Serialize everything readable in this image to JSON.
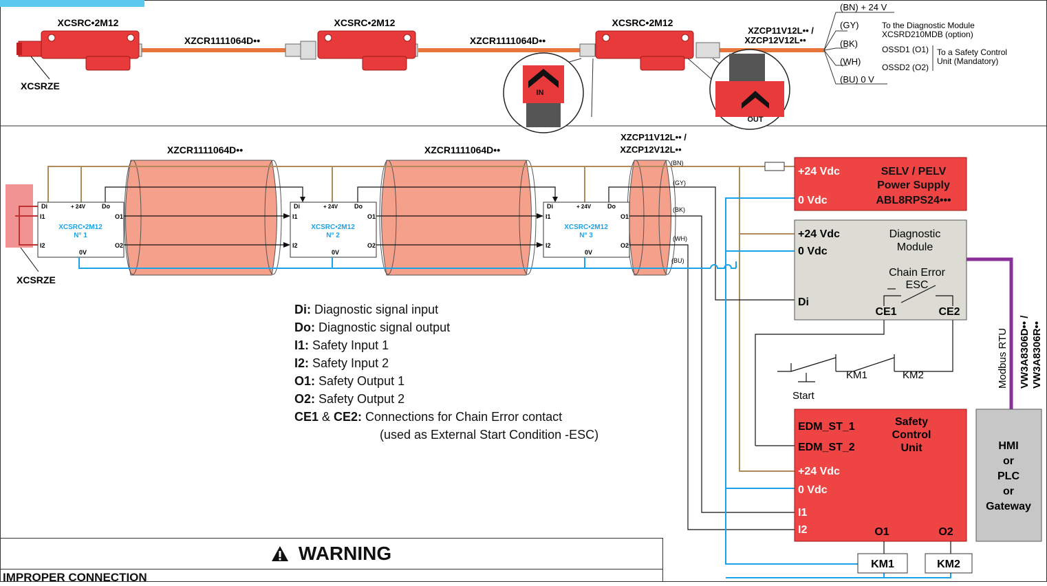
{
  "colors": {
    "orange_cable": "#e8763a",
    "sheath": "#f4a08a",
    "sensor_red": "#e83a3a",
    "power_red": "#ef4444",
    "diag_grey": "#dcdcd4",
    "hmi_grey": "#c7c7c7",
    "brown": "#b08a5a",
    "blue": "#1aa3e8",
    "purple": "#8a2f9a",
    "pink": "#f08080",
    "label_cyan": "#1aa3e8"
  },
  "icons": {
    "warning": "warning-triangle-icon",
    "arrow": "chevron-up-arrow-icon"
  },
  "top": {
    "sensor_label": "XCSRC•2M12",
    "terminator_label": "XCSRZE",
    "cable_label": "XZCR1111064D••",
    "end_cable_label_1": "XZCP11V12L•• /",
    "end_cable_label_2": "XZCP12V12L••",
    "in_label": "IN",
    "out_label": "OUT",
    "wires": {
      "bn": "(BN) + 24 V",
      "gy": "(GY)",
      "gy_desc_1": "To the Diagnostic Module",
      "gy_desc_2": "XCSRD210MDB (option)",
      "bk": "(BK)",
      "bk_desc": "OSSD1 (O1)",
      "wh": "(WH)",
      "wh_desc": "OSSD2 (O2)",
      "safety_desc_1": "To a Safety Control",
      "safety_desc_2": "Unit (Mandatory)",
      "bu": "(BU) 0 V"
    }
  },
  "schematic": {
    "cable_label": "XZCR1111064D••",
    "end_cable_label_1": "XZCP11V12L•• /",
    "end_cable_label_2": "XZCP12V12L••",
    "terminator_label": "XCSRZE",
    "wire_tags": {
      "bn": "(BN)",
      "gy": "(GY)",
      "bk": "(BK)",
      "wh": "(WH)",
      "bu": "(BU)"
    },
    "module": {
      "di": "Di",
      "v24": "+ 24V",
      "do": "Do",
      "i1": "I1",
      "o1": "O1",
      "i2": "I2",
      "o2": "O2",
      "v0": "0V",
      "name": "XCSRC•2M12"
    },
    "module_numbers": [
      "N° 1",
      "N° 2",
      "N° 3"
    ],
    "power_supply": {
      "plus": "+24 Vdc",
      "zero": "0 Vdc",
      "title_1": "SELV / PELV",
      "title_2": "Power Supply",
      "title_3": "ABL8RPS24•••"
    },
    "diag_module": {
      "plus": "+24 Vdc",
      "zero": "0 Vdc",
      "title_1": "Diagnostic",
      "title_2": "Module",
      "chain_1": "Chain Error",
      "chain_2": "ESC",
      "di": "Di",
      "ce1": "CE1",
      "ce2": "CE2"
    },
    "contacts": {
      "km1": "KM1",
      "km2": "KM2",
      "start": "Start"
    },
    "safety_unit": {
      "title_1": "Safety",
      "title_2": "Control",
      "title_3": "Unit",
      "edm1": "EDM_ST_1",
      "edm2": "EDM_ST_2",
      "plus": "+24 Vdc",
      "zero": "0 Vdc",
      "i1": "I1",
      "i2": "I2",
      "o1": "O1",
      "o2": "O2"
    },
    "relays": {
      "km1": "KM1",
      "km2": "KM2"
    },
    "modbus": {
      "label": "Modbus RTU",
      "cable_1": "VW3A8306D•• /",
      "cable_2": "VW3A8306R••"
    },
    "hmi": {
      "l1": "HMI",
      "l2": "or",
      "l3": "PLC",
      "l4": "or",
      "l5": "Gateway"
    }
  },
  "legend": [
    {
      "term": "Di:",
      "desc": " Diagnostic signal input"
    },
    {
      "term": "Do:",
      "desc": " Diagnostic signal output"
    },
    {
      "term": "I1:",
      "desc": " Safety Input 1"
    },
    {
      "term": "I2:",
      "desc": " Safety Input 2"
    },
    {
      "term": "O1:",
      "desc": " Safety Output 1"
    },
    {
      "term": "O2:",
      "desc": " Safety Output 2"
    }
  ],
  "legend_ce": {
    "t1": "CE1",
    "amp": " & ",
    "t2": "CE2:",
    "desc": " Connections for Chain Error contact",
    "desc2": "(used as External Start Condition -ESC)"
  },
  "warning": {
    "title": "WARNING",
    "subtitle": "IMPROPER CONNECTION"
  }
}
